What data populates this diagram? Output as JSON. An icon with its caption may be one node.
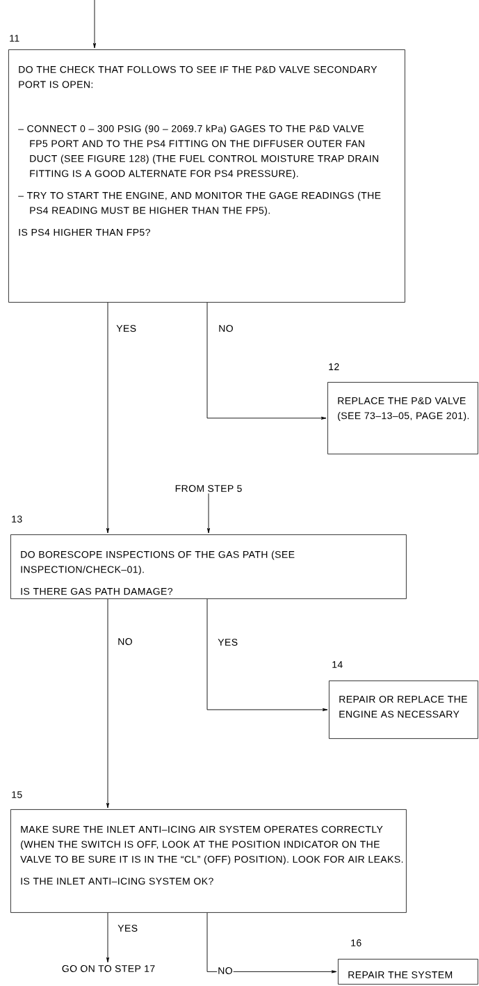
{
  "diagram": {
    "nodes": [
      {
        "text": [
          "DO THE CHECK THAT FOLLOWS TO SEE IF THE P&D VALVE SECONDARY PORT IS OPEN:",
          "– CONNECT 0 – 300 PSIG (90 – 2069.7 kPa) GAGES TO THE P&D VALVE FP5 PORT AND TO THE PS4 FITTING ON THE DIFFUSER OUTER FAN DUCT (SEE FIGURE 128) (THE FUEL CONTROL MOISTURE TRAP DRAIN FITTING IS A GOOD ALTERNATE FOR PS4 PRESSURE).",
          "– TRY TO START THE ENGINE, AND MONITOR THE GAGE READINGS (THE PS4 READING MUST BE HIGHER THAN THE FP5).",
          "IS PS4 HIGHER THAN FP5?"
        ],
        "beside": [
          "11"
        ]
      },
      {
        "text": [
          "REPLACE THE P&D VALVE (SEE 73–13–05, PAGE 201)."
        ],
        "beside": [
          "12"
        ]
      },
      {
        "text": [
          "FROM STEP 5"
        ]
      },
      {
        "text": [
          "DO BORESCOPE INSPECTIONS OF THE GAS PATH (SEE INSPECTION/CHECK–01).",
          "IS THERE GAS PATH DAMAGE?"
        ],
        "beside": [
          "13"
        ]
      },
      {
        "text": [
          "REPAIR OR REPLACE THE ENGINE AS NECESSARY"
        ],
        "beside": [
          "14"
        ]
      },
      {
        "text": [
          "MAKE SURE THE INLET ANTI–ICING AIR SYSTEM OPERATES CORRECTLY (WHEN THE SWITCH IS OFF, LOOK AT THE POSITION INDICATOR ON THE VALVE TO BE SURE IT IS IN THE “CL” (OFF) POSITION). LOOK FOR AIR LEAKS.",
          "IS THE INLET ANTI–ICING SYSTEM OK?"
        ],
        "beside": [
          "15"
        ]
      },
      {
        "text": [
          "GO ON TO STEP 17"
        ]
      },
      {
        "text": [
          "REPAIR THE SYSTEM"
        ],
        "beside": [
          "16"
        ]
      }
    ],
    "edges": [
      {
        "from": null,
        "to": 0,
        "arrow": "to"
      },
      {
        "from": 0,
        "to": 3,
        "arrow": "to",
        "label": "YES"
      },
      {
        "from": 0,
        "to": 1,
        "arrow": "to",
        "label": "NO"
      },
      {
        "from": 2,
        "to": 3,
        "arrow": "to"
      },
      {
        "from": 3,
        "to": 5,
        "arrow": "to",
        "label": "NO"
      },
      {
        "from": 3,
        "to": 4,
        "arrow": "to",
        "label": "YES"
      },
      {
        "from": 5,
        "to": 6,
        "arrow": "to",
        "label": "YES"
      },
      {
        "from": 5,
        "to": 7,
        "arrow": "to",
        "label": "NO"
      }
    ]
  }
}
